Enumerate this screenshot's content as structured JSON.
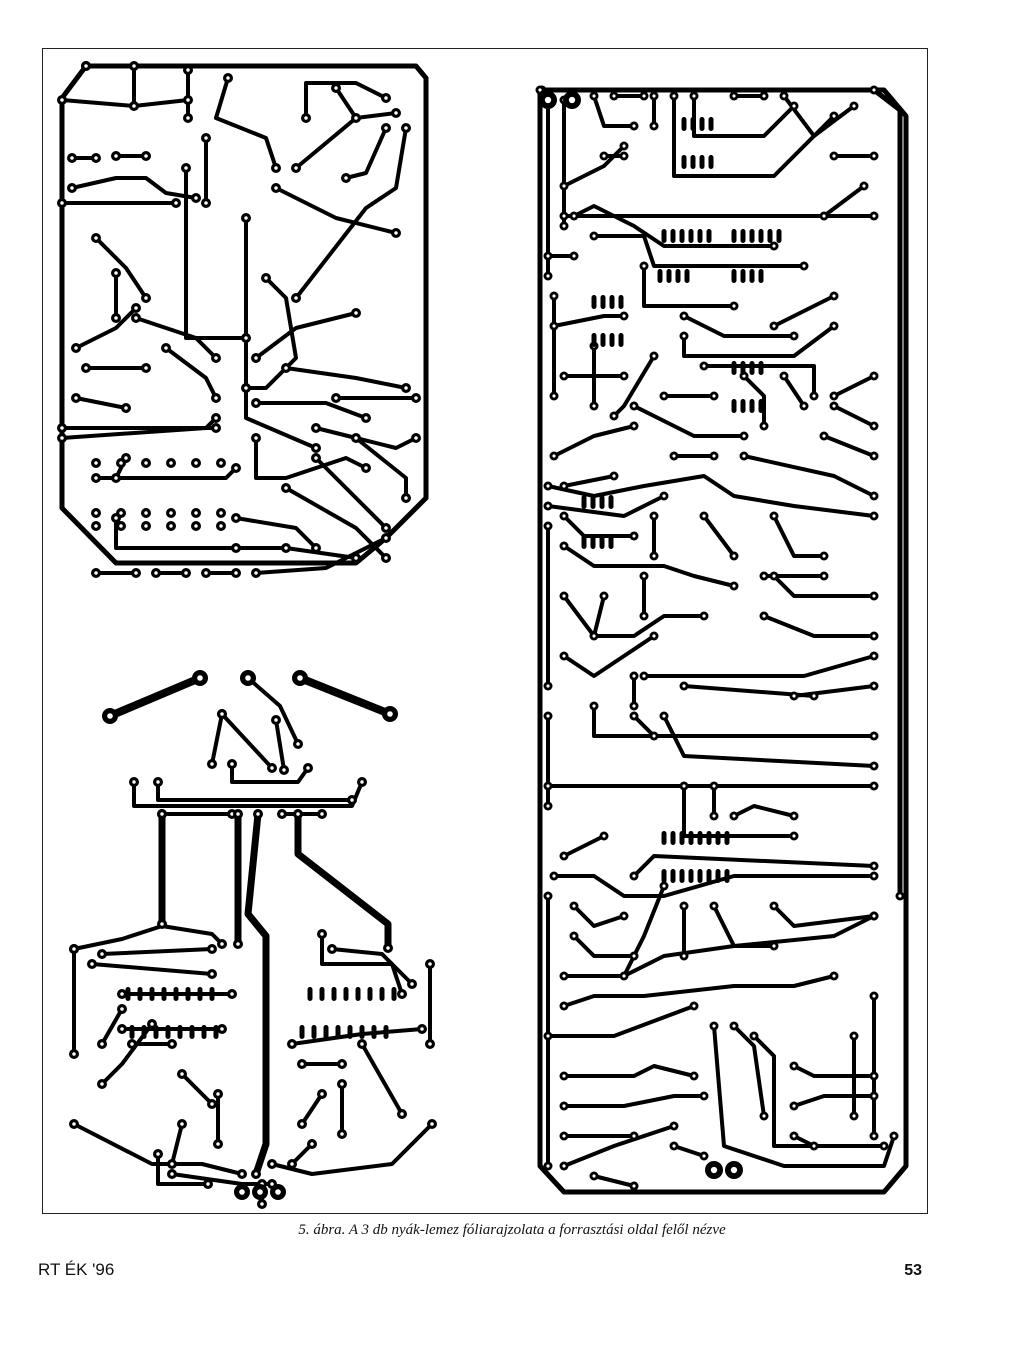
{
  "figure": {
    "caption": "5. ábra. A 3 db nyák-lemez fóliarajzolata a forrasztási oldal felől nézve"
  },
  "footer": {
    "publication": "RT ÉK '96",
    "page_number": "53"
  }
}
